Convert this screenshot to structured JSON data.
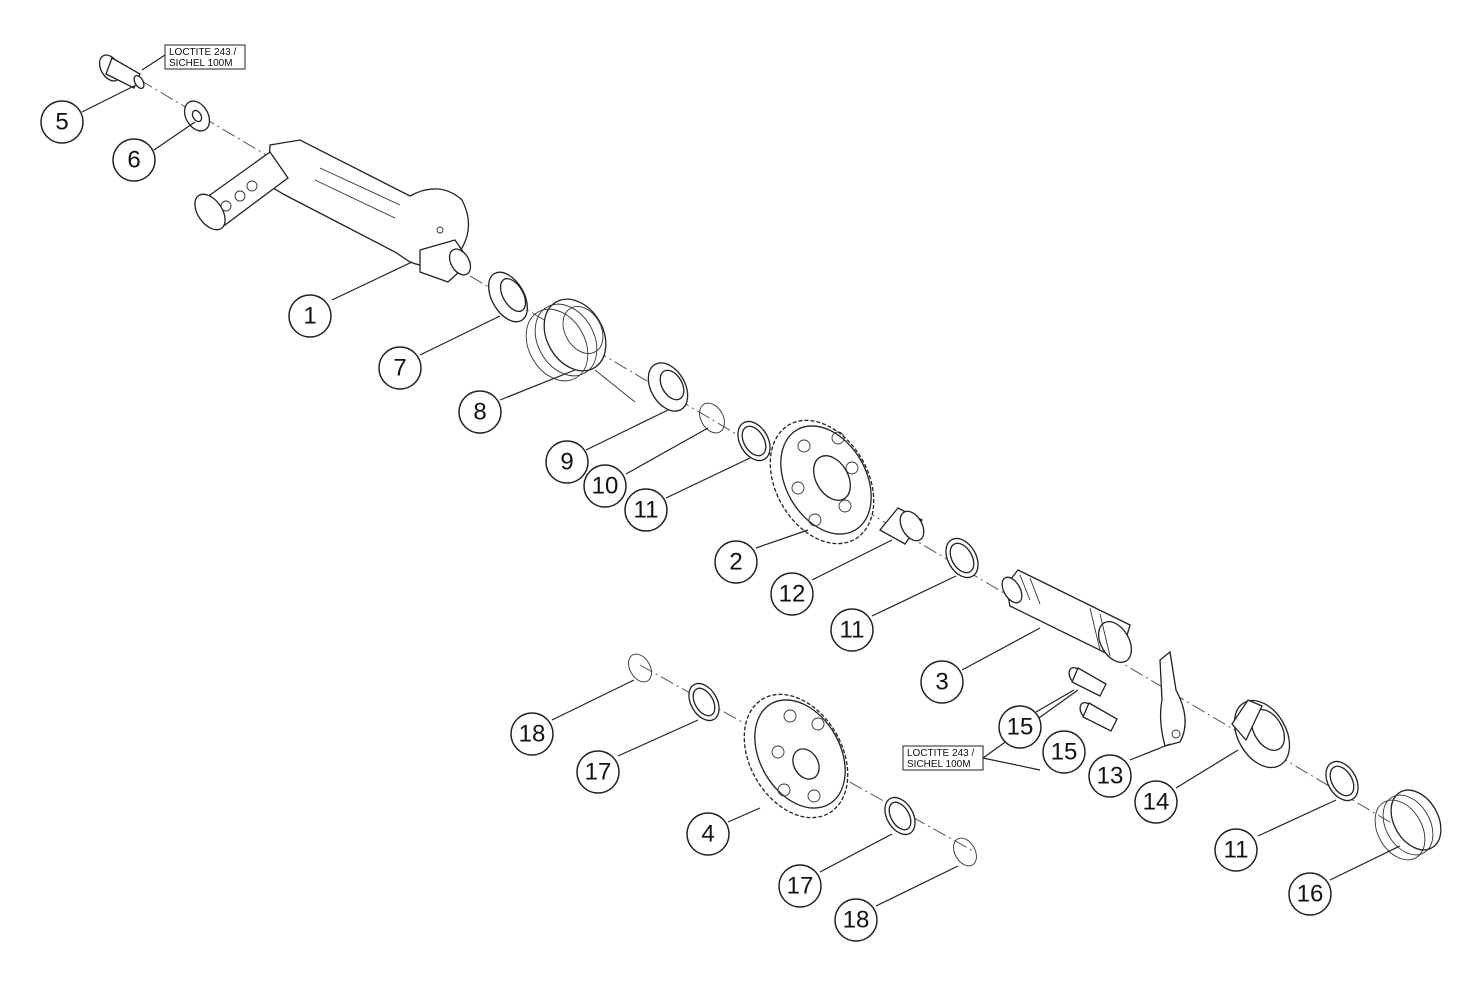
{
  "callouts": [
    {
      "id": "c5",
      "label": "5"
    },
    {
      "id": "c6",
      "label": "6"
    },
    {
      "id": "c1",
      "label": "1"
    },
    {
      "id": "c7",
      "label": "7"
    },
    {
      "id": "c8",
      "label": "8"
    },
    {
      "id": "c9",
      "label": "9"
    },
    {
      "id": "c10",
      "label": "10"
    },
    {
      "id": "c11a",
      "label": "11"
    },
    {
      "id": "c2",
      "label": "2"
    },
    {
      "id": "c12",
      "label": "12"
    },
    {
      "id": "c11b",
      "label": "11"
    },
    {
      "id": "c3",
      "label": "3"
    },
    {
      "id": "c15a",
      "label": "15"
    },
    {
      "id": "c15b",
      "label": "15"
    },
    {
      "id": "c13",
      "label": "13"
    },
    {
      "id": "c14",
      "label": "14"
    },
    {
      "id": "c11c",
      "label": "11"
    },
    {
      "id": "c16",
      "label": "16"
    },
    {
      "id": "c18a",
      "label": "18"
    },
    {
      "id": "c17a",
      "label": "17"
    },
    {
      "id": "c4",
      "label": "4"
    },
    {
      "id": "c17b",
      "label": "17"
    },
    {
      "id": "c18b",
      "label": "18"
    }
  ],
  "notes": {
    "top": {
      "line1": "LOCTITE 243 /",
      "line2": "SICHEL 100M"
    },
    "bottom": {
      "line1": "LOCTITE 243 /",
      "line2": "SICHEL 100M"
    }
  }
}
